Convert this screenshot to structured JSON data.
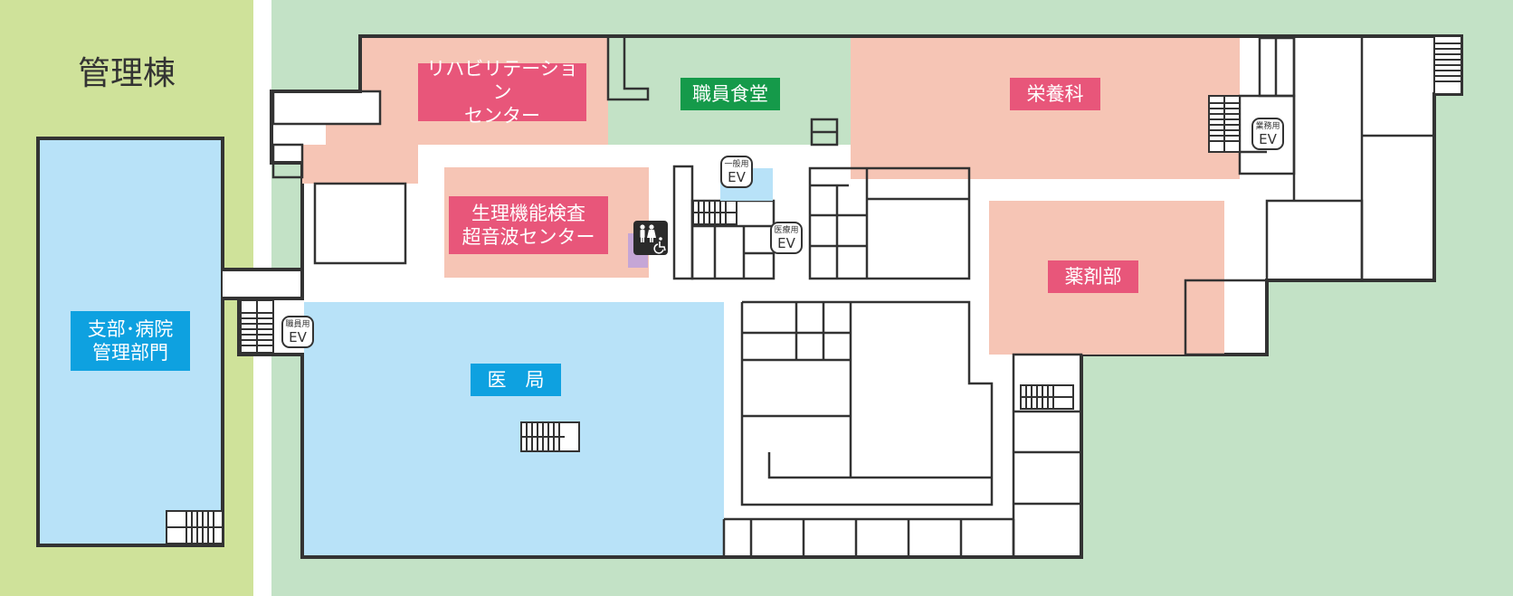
{
  "building_label": "管理棟",
  "areas": {
    "rehab": "リハビリテーション\nセンター",
    "staff_cafeteria": "職員食堂",
    "nutrition": "栄養科",
    "physiology": "生理機能検査\n超音波センター",
    "pharmacy": "薬剤部",
    "admin_dept": "支部･病院\n管理部門",
    "medical_office": "医　局"
  },
  "elevators": {
    "general": {
      "small": "一般用",
      "big": "EV"
    },
    "medical": {
      "small": "医療用",
      "big": "EV"
    },
    "service": {
      "small": "業務用",
      "big": "EV"
    },
    "staff": {
      "small": "職員用",
      "big": "EV"
    }
  },
  "colors": {
    "bg_admin": "#cfe29a",
    "bg_main": "#c3e2c6",
    "dept_pink": "#f6c5b5",
    "dept_blue": "#b8e2f8",
    "label_pink": "#e8567a",
    "label_blue": "#0ea1e0",
    "label_green": "#159a4a",
    "toilet_purple": "#c5a6d6"
  },
  "icons": [
    "restroom-icon",
    "wheelchair-icon",
    "stairs-icon"
  ]
}
